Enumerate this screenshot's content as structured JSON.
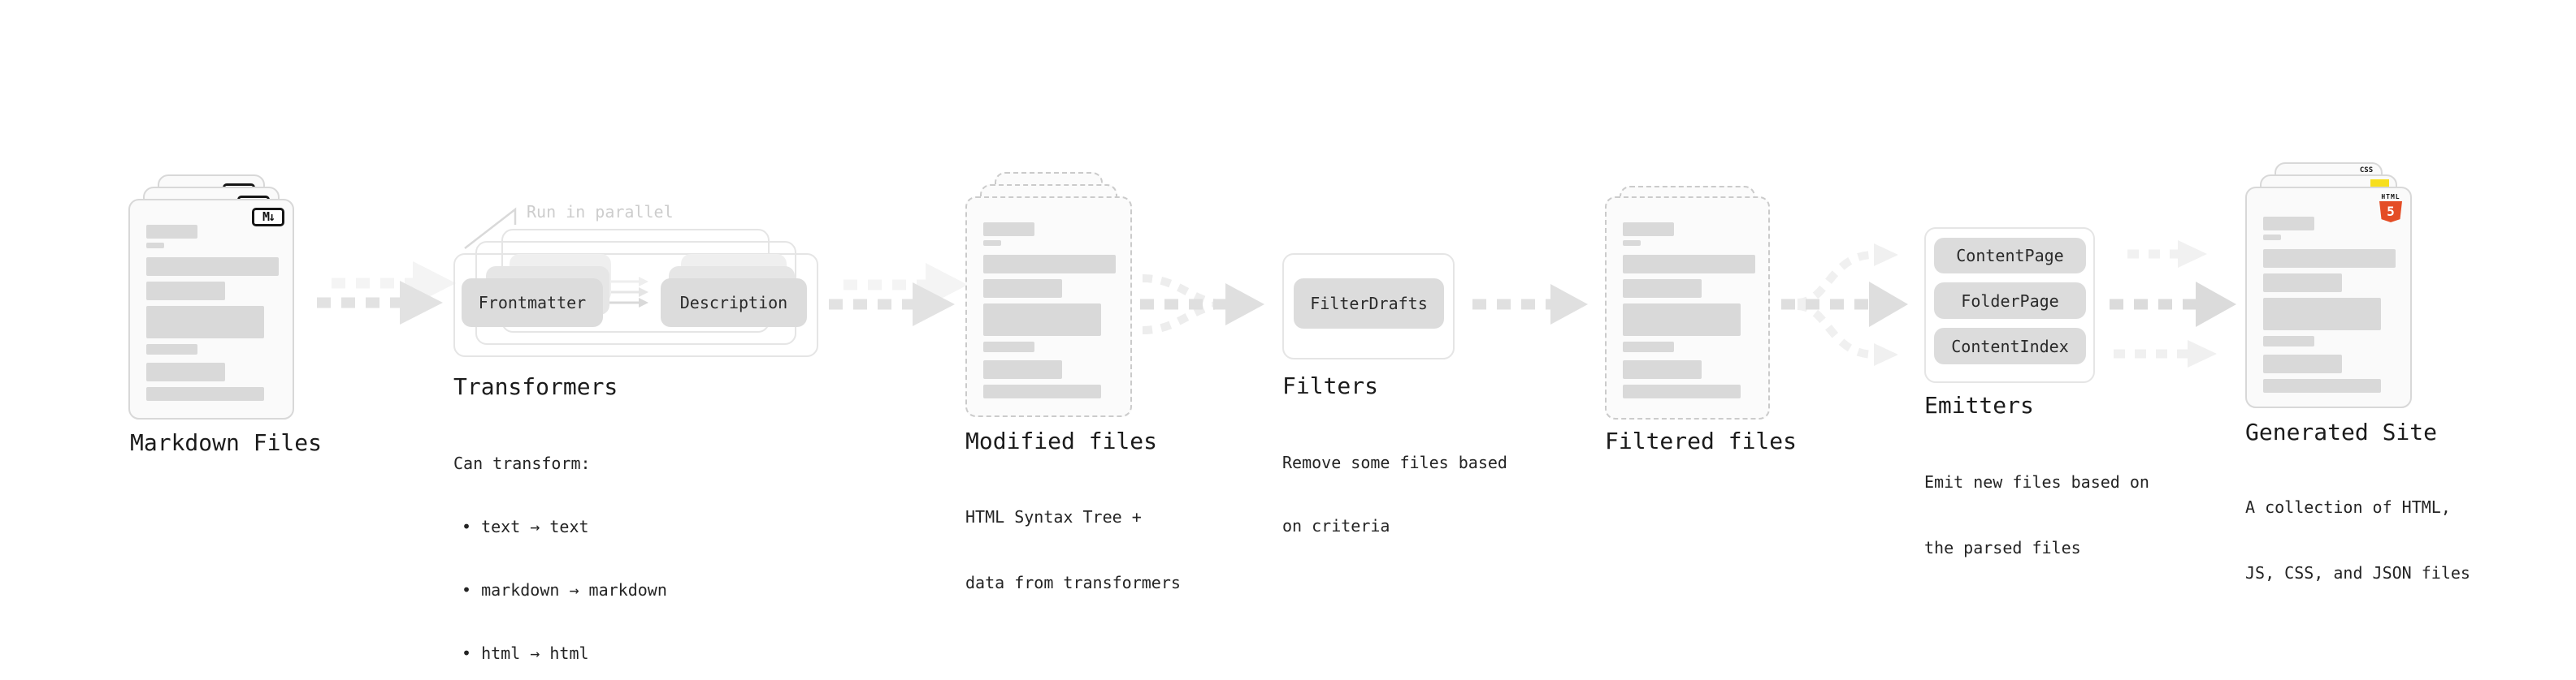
{
  "markdown": {
    "label": "Markdown Files",
    "badge": "M↓"
  },
  "transformers": {
    "label": "Transformers",
    "note": "Run in parallel",
    "chip_left": "Frontmatter",
    "chip_right": "Description",
    "desc": [
      "Can transform:",
      "• text → text",
      "• markdown → markdown",
      "• html → html"
    ]
  },
  "modified": {
    "label": "Modified files",
    "desc": [
      "HTML Syntax Tree +",
      "data from transformers"
    ]
  },
  "filters": {
    "label": "Filters",
    "chip": "FilterDrafts",
    "desc": [
      "Remove some files based",
      "on criteria"
    ]
  },
  "filtered": {
    "label": "Filtered files"
  },
  "emitters": {
    "label": "Emitters",
    "chips": [
      "ContentPage",
      "FolderPage",
      "ContentIndex"
    ],
    "desc": [
      "Emit new files based on",
      "the parsed files"
    ]
  },
  "generated": {
    "label": "Generated Site",
    "badge_css": "CSS",
    "badge_html": "HTML",
    "badge_5": "5",
    "desc": [
      "A collection of HTML,",
      "JS, CSS, and JSON files"
    ]
  },
  "colors": {
    "html5_orange": "#e44d26",
    "js_yellow": "#f7df1e",
    "css_blue": "#2c6bed",
    "chip_gray": "#dcdcdc",
    "card_border": "#d8d8d8",
    "arrow_gray": "#e1e1e1"
  }
}
